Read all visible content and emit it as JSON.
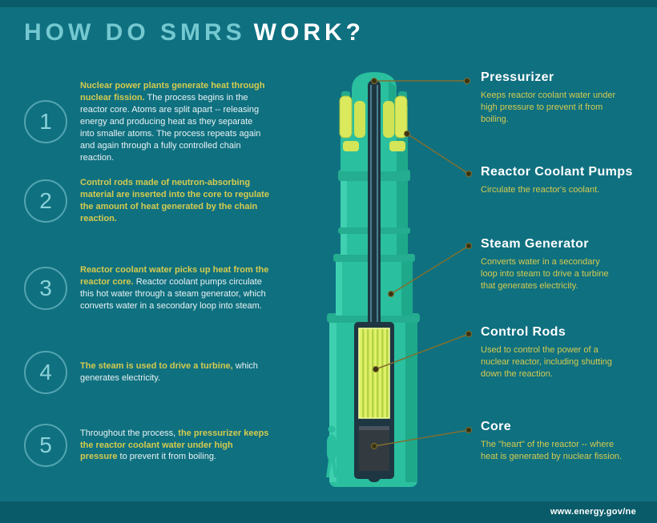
{
  "page": {
    "title_regular": "HOW DO SMRS",
    "title_bold": "WORK?"
  },
  "steps": [
    {
      "number": "1",
      "segments": [
        {
          "t": "Nuclear power plants generate heat through nuclear fission.",
          "em": true
        },
        {
          "t": " The process begins in the reactor core. Atoms are split apart -- releasing energy and producing heat as they separate into smaller atoms. The process repeats again and again through a fully controlled chain reaction.",
          "em": false
        }
      ]
    },
    {
      "number": "2",
      "segments": [
        {
          "t": "Control rods made of neutron-absorbing material are inserted into the core to regulate the amount of heat generated by the chain reaction.",
          "em": true
        }
      ]
    },
    {
      "number": "3",
      "segments": [
        {
          "t": "Reactor coolant water picks up heat from the reactor core.",
          "em": true
        },
        {
          "t": " Reactor coolant pumps circulate this hot water through a steam generator, which converts water in a secondary loop into steam.",
          "em": false
        }
      ]
    },
    {
      "number": "4",
      "segments": [
        {
          "t": "The steam is used to drive a turbine,",
          "em": true
        },
        {
          "t": " which generates electricity.",
          "em": false
        }
      ]
    },
    {
      "number": "5",
      "segments": [
        {
          "t": "Throughout the process, ",
          "em": false
        },
        {
          "t": "the pressurizer keeps the reactor coolant water under high pressure",
          "em": true
        },
        {
          "t": " to prevent it from boiling.",
          "em": false
        }
      ]
    }
  ],
  "callouts": [
    {
      "title": "Pressurizer",
      "desc": "Keeps reactor coolant water under high pressure to prevent it from boiling."
    },
    {
      "title": "Reactor Coolant Pumps",
      "desc": "Circulate the reactor's coolant."
    },
    {
      "title": "Steam Generator",
      "desc": "Converts water in a secondary loop into steam to drive a turbine that generates electricity."
    },
    {
      "title": "Control Rods",
      "desc": "Used to control the power of a nuclear reactor, including shutting down the reaction."
    },
    {
      "title": "Core",
      "desc": "The \"heart\" of the reactor -- where heat is generated by nuclear fission."
    }
  ],
  "footer": {
    "url": "www.energy.gov/ne"
  },
  "colors": {
    "background": "#0f7080",
    "band": "#0a5b69",
    "accent_yellow": "#d5cb4e",
    "accent_teal_light": "#8ad2d8",
    "reactor_green": "#2abf9f",
    "glow_green": "#dff06a",
    "interior_navy": "#1d3642",
    "callout_line": "#806f2e"
  }
}
